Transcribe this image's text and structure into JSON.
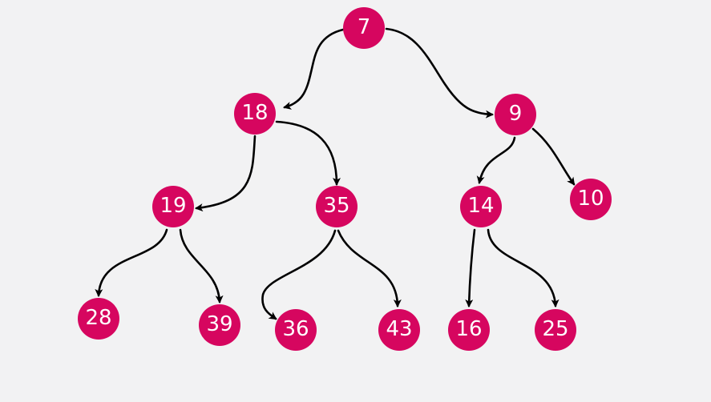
{
  "diagram": {
    "node_color": "#d6065f",
    "label_color": "#ffffff",
    "edge_color": "#000000",
    "background": "#f2f2f3",
    "nodes": [
      {
        "id": "n7",
        "label": "7"
      },
      {
        "id": "n18",
        "label": "18"
      },
      {
        "id": "n9",
        "label": "9"
      },
      {
        "id": "n19",
        "label": "19"
      },
      {
        "id": "n35",
        "label": "35"
      },
      {
        "id": "n14",
        "label": "14"
      },
      {
        "id": "n10",
        "label": "10"
      },
      {
        "id": "n28",
        "label": "28"
      },
      {
        "id": "n39",
        "label": "39"
      },
      {
        "id": "n36",
        "label": "36"
      },
      {
        "id": "n43",
        "label": "43"
      },
      {
        "id": "n16",
        "label": "16"
      },
      {
        "id": "n25",
        "label": "25"
      }
    ],
    "edges": [
      {
        "from": "7",
        "to": "18"
      },
      {
        "from": "7",
        "to": "9"
      },
      {
        "from": "18",
        "to": "19"
      },
      {
        "from": "18",
        "to": "35"
      },
      {
        "from": "9",
        "to": "14"
      },
      {
        "from": "9",
        "to": "10"
      },
      {
        "from": "19",
        "to": "28"
      },
      {
        "from": "19",
        "to": "39"
      },
      {
        "from": "35",
        "to": "36"
      },
      {
        "from": "35",
        "to": "43"
      },
      {
        "from": "14",
        "to": "16"
      },
      {
        "from": "14",
        "to": "25"
      }
    ]
  }
}
